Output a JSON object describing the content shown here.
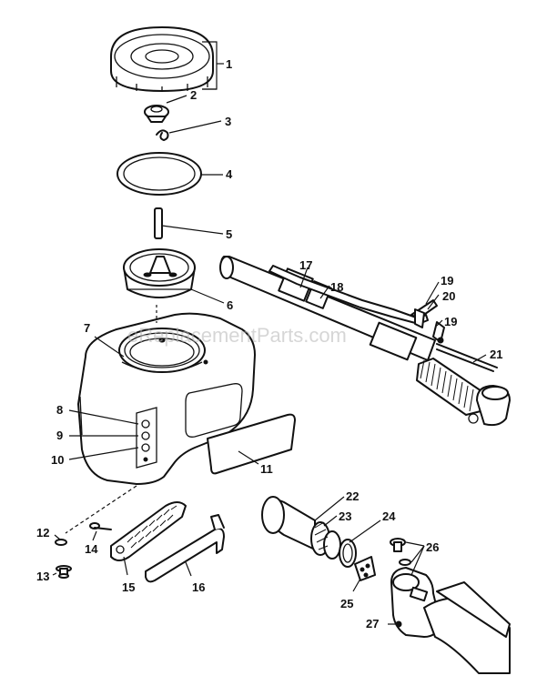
{
  "watermark": "eReplacementParts.com",
  "callouts": {
    "c1": "1",
    "c2": "2",
    "c3": "3",
    "c4": "4",
    "c5": "5",
    "c6": "6",
    "c7": "7",
    "c8": "8",
    "c9": "9",
    "c10": "10",
    "c11": "11",
    "c12": "12",
    "c13": "13",
    "c14": "14",
    "c15": "15",
    "c16": "16",
    "c17": "17",
    "c18": "18",
    "c19a": "19",
    "c19b": "19",
    "c20": "20",
    "c21": "21",
    "c22": "22",
    "c23": "23",
    "c24": "24",
    "c25": "25",
    "c26": "26",
    "c27": "27"
  }
}
